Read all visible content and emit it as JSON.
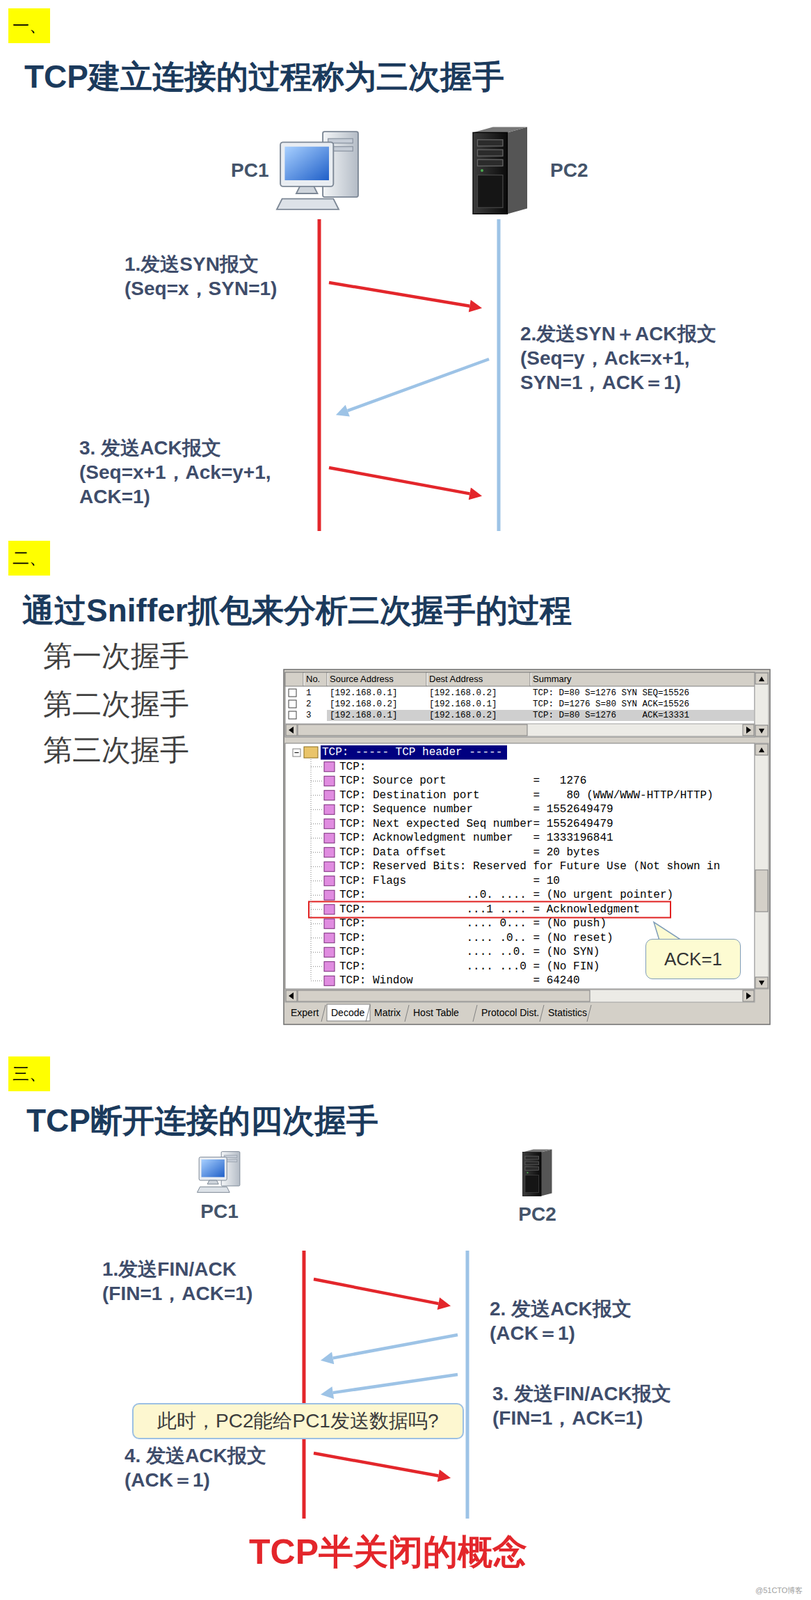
{
  "diagram": {
    "nodes": [
      {
        "text": [
          "一、"
        ]
      },
      {
        "text": [
          "PC1"
        ]
      },
      {
        "text": [
          "PC2"
        ]
      },
      {
        "text": [
          "二、"
        ]
      },
      {
        "text": [
          "ACK=1"
        ]
      },
      {
        "text": [
          "三、"
        ]
      },
      {
        "text": [
          "PC1"
        ]
      },
      {
        "text": [
          "PC2"
        ]
      },
      {
        "text": [
          "此时，PC2能给PC1发送数据吗?"
        ]
      }
    ],
    "edges": [
      {
        "from": 1,
        "to": 2,
        "arrow": "to",
        "label": "1.发送SYN报文 (Seq=x，SYN=1)"
      },
      {
        "from": 2,
        "to": 1,
        "arrow": "to",
        "label": "2.发送SYN＋ACK报文 (Seq=y，Ack=x+1, SYN=1，ACK＝1)"
      },
      {
        "from": 1,
        "to": 2,
        "arrow": "to",
        "label": "3. 发送ACK报文 (Seq=x+1，Ack=y+1, ACK=1)"
      },
      {
        "from": 6,
        "to": 7,
        "arrow": "to",
        "label": "1.发送FIN/ACK (FIN=1，ACK=1)"
      },
      {
        "from": 7,
        "to": 6,
        "arrow": "to",
        "label": "2. 发送ACK报文 (ACK＝1)"
      },
      {
        "from": 7,
        "to": 6,
        "arrow": "to",
        "label": "3. 发送FIN/ACK报文 (FIN=1，ACK=1)"
      },
      {
        "from": 6,
        "to": 7,
        "arrow": "to",
        "label": "4. 发送ACK报文 (ACK＝1)"
      }
    ],
    "labels": [
      "TCP建立连接的过程称为三次握手",
      "通过Sniffer抓包来分析三次握手的过程",
      "第一次握手",
      "第二次握手",
      "第三次握手",
      "No.",
      "Source Address",
      "Dest Address",
      "Summary",
      "1",
      "[192.168.0.1]",
      "[192.168.0.2]",
      "TCP: D=80 S=1276 SYN SEQ=15526",
      "2",
      "[192.168.0.2]",
      "[192.168.0.1]",
      "TCP: D=1276 S=80 SYN ACK=15526",
      "3",
      "[192.168.0.1]",
      "[192.168.0.2]",
      "TCP: D=80 S=1276     ACK=13331",
      "TCP: ----- TCP header -----",
      "TCP:",
      "TCP: Source port             =   1276",
      "TCP: Destination port        =    80 (WWW/WWW-HTTP/HTTP)",
      "TCP: Sequence number         = 1552649479",
      "TCP: Next expected Seq number= 1552649479",
      "TCP: Acknowledgment number   = 1333196841",
      "TCP: Data offset             = 20 bytes",
      "TCP: Reserved Bits: Reserved for Future Use (Not shown in",
      "TCP: Flags                   = 10",
      "TCP:               ..0. .... = (No urgent pointer)",
      "TCP:               ...1 .... = Acknowledgment",
      "TCP:               .... 0... = (No push)",
      "TCP:               .... .0.. = (No reset)",
      "TCP:               .... ..0. = (No SYN)",
      "TCP:               .... ...0 = (No FIN)",
      "TCP: Window                  = 64240",
      "Expert",
      "Decode",
      "Matrix",
      "Host Table",
      "Protocol Dist.",
      "Statistics",
      "TCP断开连接的四次握手",
      "TCP半关闭的概念",
      "@51CTO博客"
    ]
  }
}
